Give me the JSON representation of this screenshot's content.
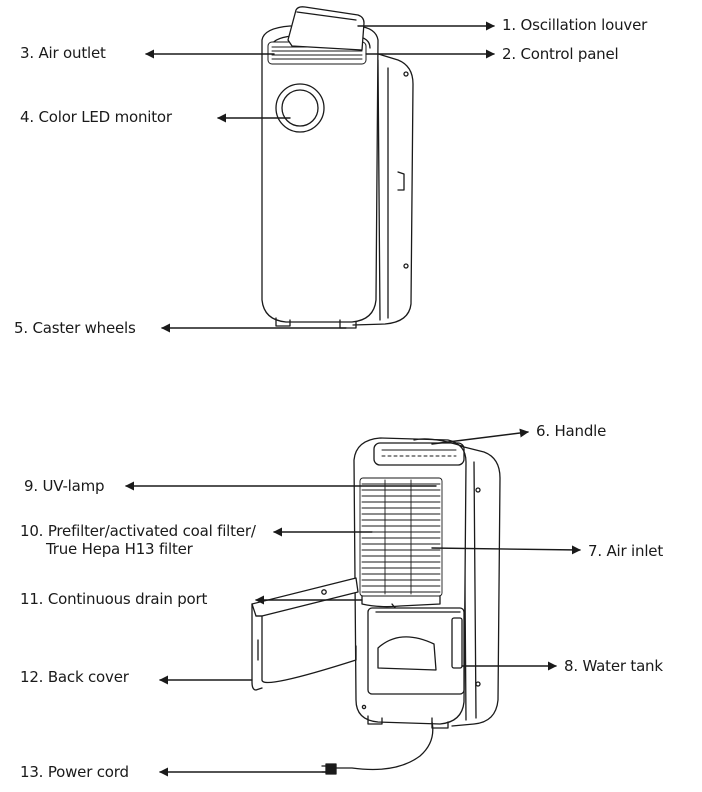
{
  "labels": {
    "oscillation_louver": "1. Oscillation louver",
    "control_panel": "2. Control panel",
    "air_outlet": "3.  Air outlet",
    "color_led_monitor": "4. Color LED monitor",
    "caster_wheels": "5. Caster wheels",
    "handle": "6. Handle",
    "air_inlet": "7. Air inlet",
    "water_tank": "8. Water tank",
    "uv_lamp": "9. UV-lamp",
    "filter_line1": "10. Prefilter/activated coal filter/",
    "filter_line2": "True Hepa H13 filter",
    "drain_port": "11. Continuous drain port",
    "back_cover": "12. Back cover",
    "power_cord": "13. Power cord"
  },
  "colors": {
    "line": "#1a1a1a",
    "fill": "#ffffff"
  }
}
